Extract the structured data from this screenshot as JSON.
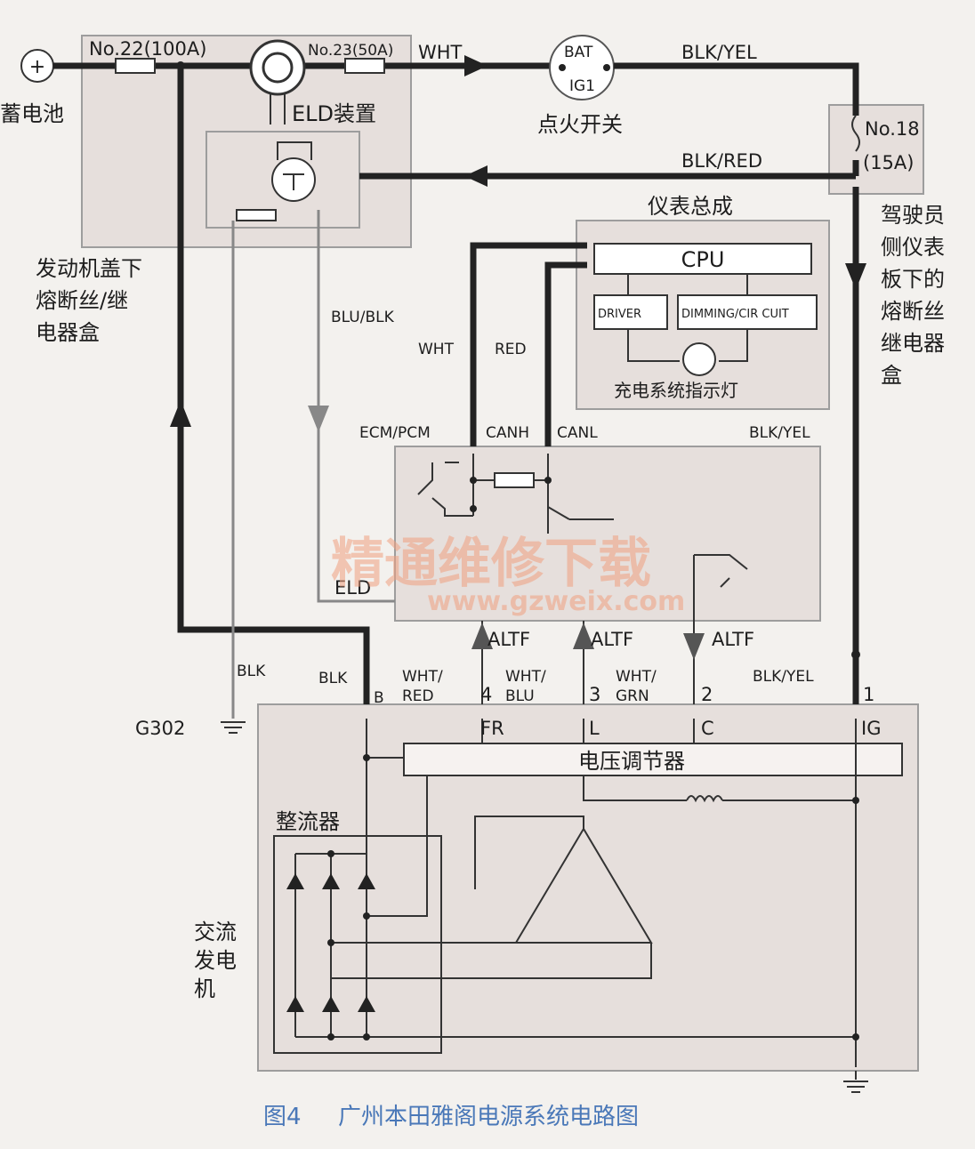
{
  "labels": {
    "battery": "蓄电池",
    "fuse22": "No.22(100A)",
    "fuse23": "No.23(50A)",
    "eld_device": "ELD装置",
    "wht_top": "WHT",
    "bat": "BAT",
    "ig1": "IG1",
    "ignition_switch": "点火开关",
    "blk_yel_top": "BLK/YEL",
    "fuse18": "No.18",
    "fuse18_rating": "(15A)",
    "blk_red": "BLK/RED",
    "engine_fuse_box": [
      "发动机盖下",
      "熔断丝/继",
      "电器盒"
    ],
    "driver_fuse_box": [
      "驾驶员",
      "侧仪表",
      "板下的",
      "熔断丝",
      "继电器",
      "盒"
    ],
    "meter_assembly": "仪表总成",
    "cpu": "CPU",
    "driver": "DRIVER",
    "dimming": "DIMMING/CIR CUIT",
    "charge_lamp": "充电系统指示灯",
    "blu_blk": "BLU/BLK",
    "wht_mid": "WHT",
    "red_mid": "RED",
    "ecm_pcm": "ECM/PCM",
    "canh": "CANH",
    "canl": "CANL",
    "blk_yel_mid": "BLK/YEL",
    "eld": "ELD",
    "altf1": "ALTF",
    "altf2": "ALTF",
    "altf3": "ALTF",
    "blk1": "BLK",
    "blk2": "BLK",
    "wht_red": [
      "WHT/",
      "RED"
    ],
    "wht_blu": [
      "WHT/",
      "BLU"
    ],
    "wht_grn": [
      "WHT/",
      "GRN"
    ],
    "blk_yel_low": "BLK/YEL",
    "pin4": "4",
    "pin3": "3",
    "pin2": "2",
    "pin1": "1",
    "pin_b": "B",
    "g302": "G302",
    "fr": "FR",
    "l": "L",
    "c": "C",
    "ig": "IG",
    "regulator": "电压调节器",
    "rectifier": "整流器",
    "alternator": [
      "交流",
      "发电",
      "机"
    ],
    "watermark": "精通维修下载",
    "watermark_url": "www.gzweix.com",
    "caption_num": "图4",
    "caption_text": "广州本田雅阁电源系统电路图"
  },
  "colors": {
    "box_fill": "#e6dfdc",
    "wire_dark": "#222222",
    "wire_grey": "#888888",
    "caption_blue": "#4a78b8",
    "watermark": "#f0a080"
  }
}
